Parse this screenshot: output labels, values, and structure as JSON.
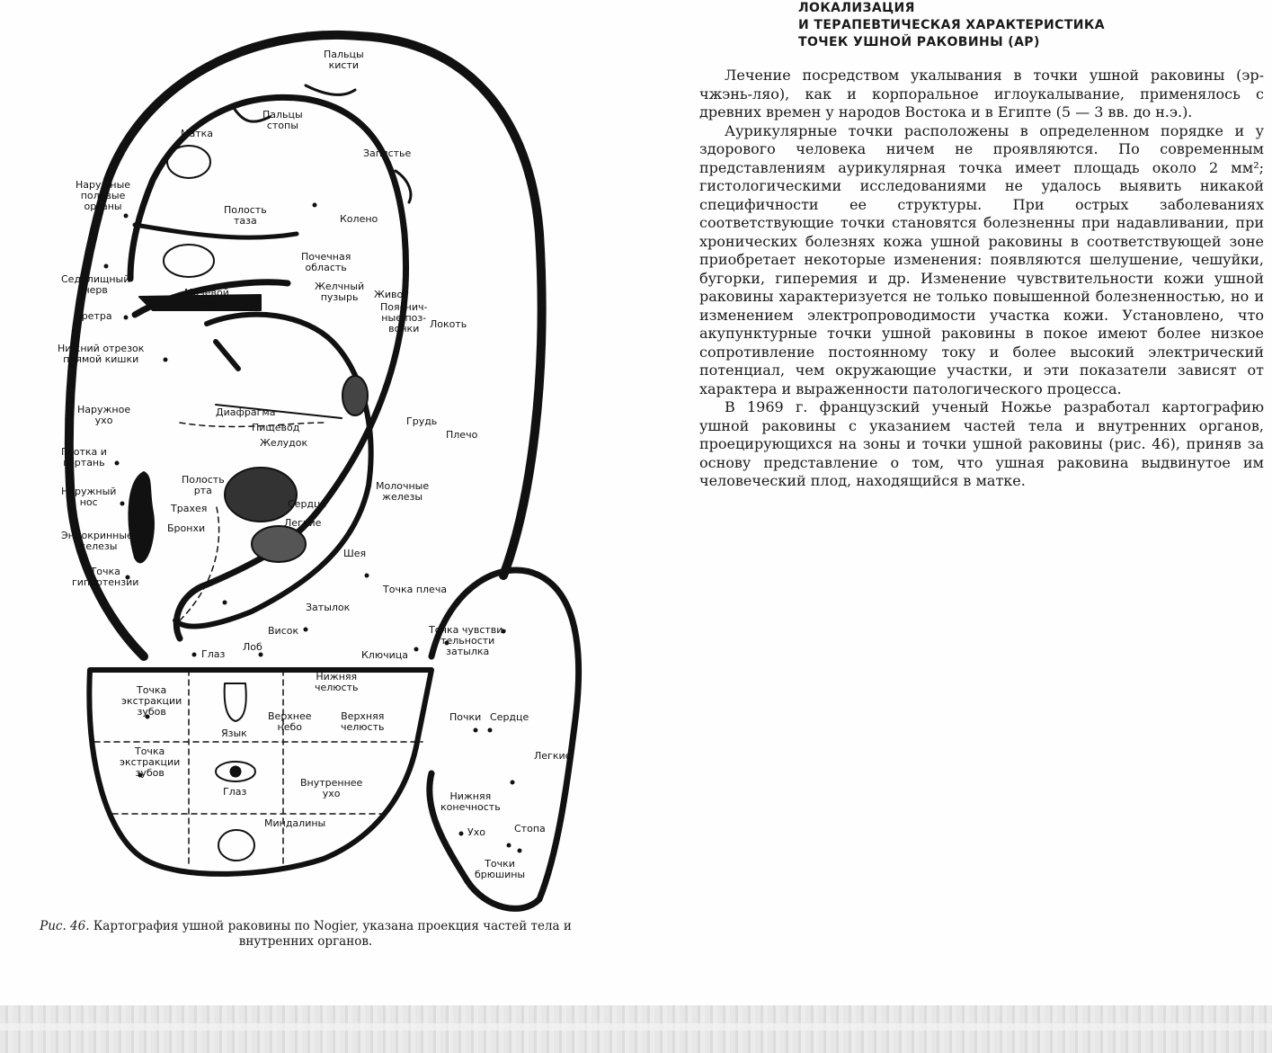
{
  "article": {
    "heading": [
      "ЛОКАЛИЗАЦИЯ",
      "И ТЕРАПЕВТИЧЕСКАЯ ХАРАКТЕРИСТИКА",
      "ТОЧЕК УШНОЙ РАКОВИНЫ (АР)"
    ],
    "paragraphs": [
      "Лечение посредством укалывания в точки ушной раковины (эр-чжэнь-ляо), как и корпоральное иглоукалывание, применялось с древних времен у народов Востока и в Египте (5 — 3 вв. до н.э.).",
      "Аурикулярные точки расположены в определенном порядке и у здорового человека ничем не проявляются. По современным представлениям аурикулярная точка имеет площадь около 2 мм²; гистологическими исследованиями не удалось выявить никакой специфичности ее структуры. При острых заболеваниях соответствующие точки становятся болезненны при надавливании, при хронических болезнях кожа ушной раковины в соответствующей зоне приобретает некоторые изменения: появляются шелушение, чешуйки, бугорки, гиперемия и др. Изменение чувствительности кожи ушной раковины характеризуется не только повышенной болезненностью, но и изменением электропроводимости участка кожи. Установлено, что акупунктурные точки ушной раковины в покое имеют более низкое сопротивление постоянному току и более высокий электрический потенциал, чем окружающие участки, и эти показатели зависят от характера и выраженности патологического процесса.",
      "В 1969 г. французский ученый Ножье разработал картографию ушной раковины с указанием частей тела и внутренних органов, проецирующихся на зоны и точки ушной раковины (рис. 46), приняв за основу представление о том, что ушная раковина выдвинутое им человеческий плод, находящийся в матке."
    ]
  },
  "figure": {
    "caption_num": "Рис. 46.",
    "caption_text": " Картография ушной раковины по Nogier, указана проекция частей тела и внутренних органов.",
    "labels": [
      "Пальцы\nкисти",
      "Пальцы\nстопы",
      "Матка",
      "Запястье",
      "Наружные\nполовые\nорганы",
      "Полость\nтаза",
      "Колено",
      "Седалищный\nнерв",
      "Почечная\nобласть",
      "Мочевой\nпузырь",
      "Желчный\nпузырь",
      "Живот",
      "Пояснич-\nные поз-\nвонки",
      "Локоть",
      "Уретра",
      "Нижний отрезок\nпрямой кишки",
      "Наружное\nухо",
      "Диафрагма",
      "Пищевод",
      "Желудок",
      "Грудь",
      "Плечо",
      "Глотка и\nгортань",
      "Полость\nрта",
      "Трахея",
      "Наружный\nнос",
      "Бронхи",
      "Сердце",
      "Легкие",
      "Молочные\nжелезы",
      "Эндокринные\nжелезы",
      "Шея",
      "Точка\nгипертензии",
      "Точка плеча",
      "Затылок",
      "Висок",
      "Лоб",
      "Глаз",
      "Ключица",
      "Точка чувстви-\nтельности\nзатылка",
      "Нижняя\nчелюсть",
      "Точка\nэкстракции\nзубов",
      "Верхнее\nнебо",
      "Верхняя\nчелюсть",
      "Язык",
      "Почки",
      "Сердце",
      "Точка\nэкстракции\nзубов",
      "Глаз",
      "Внутреннее\nухо",
      "Легкие",
      "Миндалины",
      "Нижняя\nконечность",
      "Ухо",
      "Стопа",
      "Точки\nбрюшины"
    ]
  }
}
